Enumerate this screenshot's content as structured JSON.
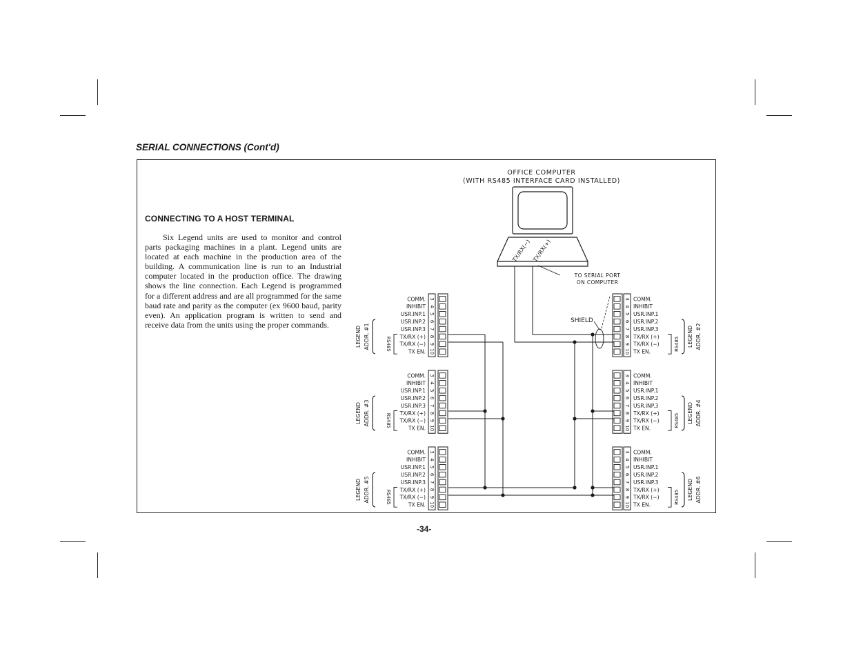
{
  "page": {
    "section_title": "SERIAL CONNECTIONS (Cont'd)",
    "heading": "CONNECTING TO A HOST TERMINAL",
    "body": "Six Legend units are used to monitor and control parts packaging machines in a plant. Legend units are located at each machine in the production area of the building. A communication line is run to an Industrial computer located in the production office. The drawing shows the line connection. Each Legend is programmed for a different address and are all programmed for the same baud rate and parity as the computer (ex 9600 baud, parity even). An application program is written to send and receive data from the units using the proper commands.",
    "page_number": "-34-"
  },
  "diagram": {
    "computer_label_line1": "OFFICE COMPUTER",
    "computer_label_line2": "(WITH RS485 INTERFACE CARD INSTALLED)",
    "tx_minus_label": "TX/RX(−)",
    "tx_plus_label": "TX/RX(+)",
    "serial_port_line1": "TO SERIAL PORT",
    "serial_port_line2": "ON COMPUTER",
    "shield_label": "SHIELD",
    "terminal_labels": [
      "COMM.",
      "INHIBIT",
      "USR.INP.1",
      "USR.INP.2",
      "USR.INP.3",
      "TX/RX (+)",
      "TX/RX (−)",
      "TX EN."
    ],
    "terminal_numbers": [
      "3",
      "4",
      "5",
      "6",
      "7",
      "8",
      "9",
      "10"
    ],
    "rs485_label": "RS485",
    "legend_word": "LEGEND",
    "units": [
      {
        "address": "ADDR. #1"
      },
      {
        "address": "ADDR. #2"
      },
      {
        "address": "ADDR. #3"
      },
      {
        "address": "ADDR. #4"
      },
      {
        "address": "ADDR. #5"
      },
      {
        "address": "ADDR. #6"
      }
    ]
  }
}
